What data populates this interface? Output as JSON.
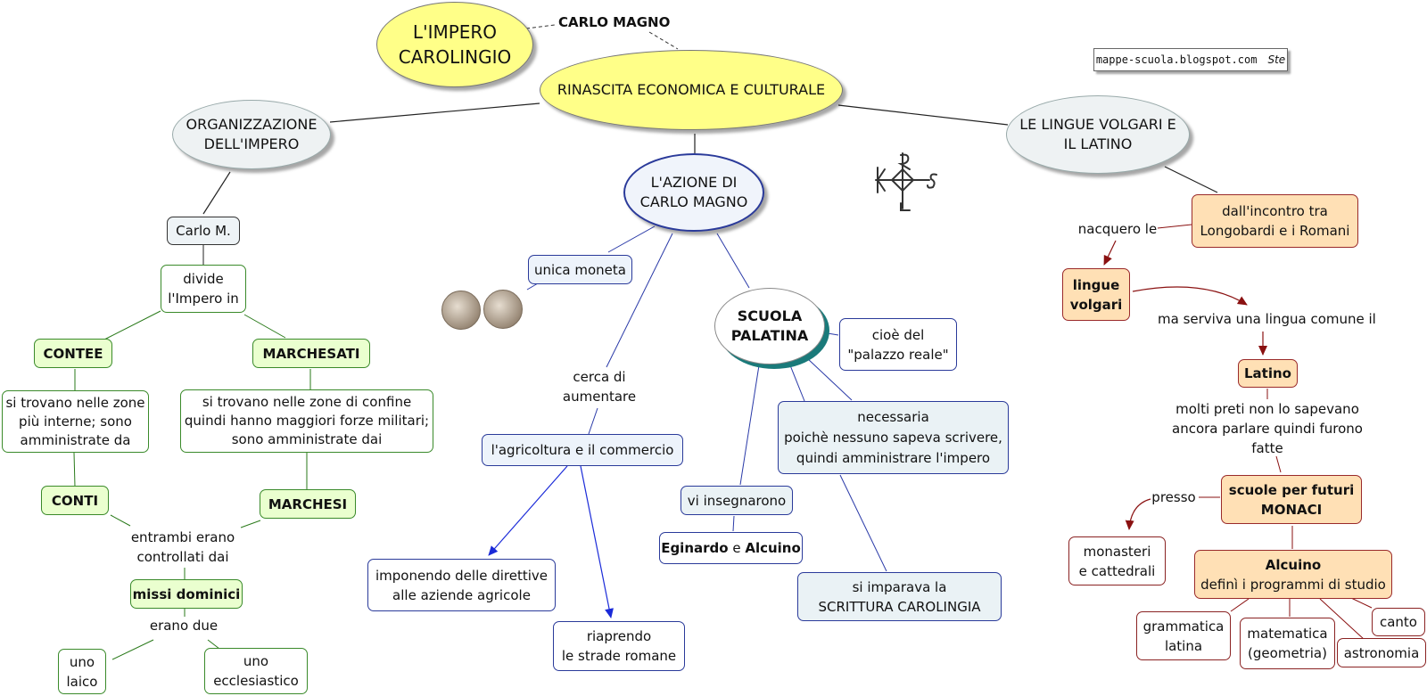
{
  "title": {
    "line1": "L'IMPERO",
    "line2": "CAROLINGIO"
  },
  "subtitle": "CARLO MAGNO",
  "central": "RINASCITA ECONOMICA E CULTURALE",
  "watermark": {
    "site": "mappe-scuola.blogspot.com",
    "signature": "Ste"
  },
  "monogram": "Karolus monogram",
  "left": {
    "header": {
      "line1": "ORGANIZZAZIONE",
      "line2": "DELL'IMPERO"
    },
    "carlo": "Carlo M.",
    "divide": {
      "line1": "divide",
      "line2": "l'Impero in"
    },
    "contee": "CONTEE",
    "marchesati": "MARCHESATI",
    "contee_desc": {
      "line1": "si trovano nelle zone",
      "line2": "più interne; sono",
      "line3": "amministrate da"
    },
    "marchesati_desc": {
      "line1": "si trovano nelle zone di confine",
      "line2": "quindi hanno maggiori forze militari;",
      "line3": "sono amministrate dai"
    },
    "conti": "CONTI",
    "marchesi": "MARCHESI",
    "controllati": {
      "line1": "entrambi erano",
      "line2": "controllati dai"
    },
    "missi": "missi dominici",
    "erano_due": "erano due",
    "laico": {
      "line1": "uno",
      "line2": "laico"
    },
    "ecclesiastico": {
      "line1": "uno",
      "line2": "ecclesiastico"
    }
  },
  "center": {
    "header": {
      "line1": "L'AZIONE DI",
      "line2": "CARLO MAGNO"
    },
    "moneta": "unica moneta",
    "cerca": {
      "line1": "cerca di",
      "line2": "aumentare"
    },
    "agricoltura": "l'agricoltura e il commercio",
    "imponendo": {
      "line1": "imponendo delle direttive",
      "line2": "alle aziende agricole"
    },
    "riaprendo": {
      "line1": "riaprendo",
      "line2": "le strade romane"
    },
    "scuola": {
      "line1": "SCUOLA",
      "line2": "PALATINA"
    },
    "palazzo": {
      "line1": "cioè del",
      "line2": "\"palazzo reale\""
    },
    "necessaria": {
      "line1": "necessaria",
      "line2": "poichè nessuno sapeva scrivere,",
      "line3": "quindi amministrare l'impero"
    },
    "insegnarono": "vi insegnarono",
    "eginardo": {
      "a": "Eginardo",
      "e": " e ",
      "b": "Alcuino"
    },
    "scrittura": {
      "line1": "si imparava la",
      "line2": "SCRITTURA CAROLINGIA"
    }
  },
  "right": {
    "header": {
      "line1": "LE LINGUE VOLGARI E",
      "line2": "IL LATINO"
    },
    "incontro": {
      "line1": "dall'incontro tra",
      "line2": "Longobardi e i Romani"
    },
    "nacquero": "nacquero le",
    "volgari": {
      "line1": "lingue",
      "line2": "volgari"
    },
    "serviva": "ma serviva una lingua comune il",
    "latino": "Latino",
    "preti": {
      "line1": "molti preti non lo sapevano",
      "line2": "ancora parlare quindi furono",
      "line3": "fatte"
    },
    "scuole": {
      "line1": "scuole per futuri",
      "line2": "MONACI"
    },
    "presso": "presso",
    "monasteri": {
      "line1": "monasteri",
      "line2": "e cattedrali"
    },
    "alcuino": {
      "line1": "Alcuino",
      "line2": "definì i programmi di studio"
    },
    "grammatica": {
      "line1": "grammatica",
      "line2": "latina"
    },
    "matematica": {
      "line1": "matematica",
      "line2": "(geometria)"
    },
    "astronomia": "astronomia",
    "canto": "canto"
  }
}
